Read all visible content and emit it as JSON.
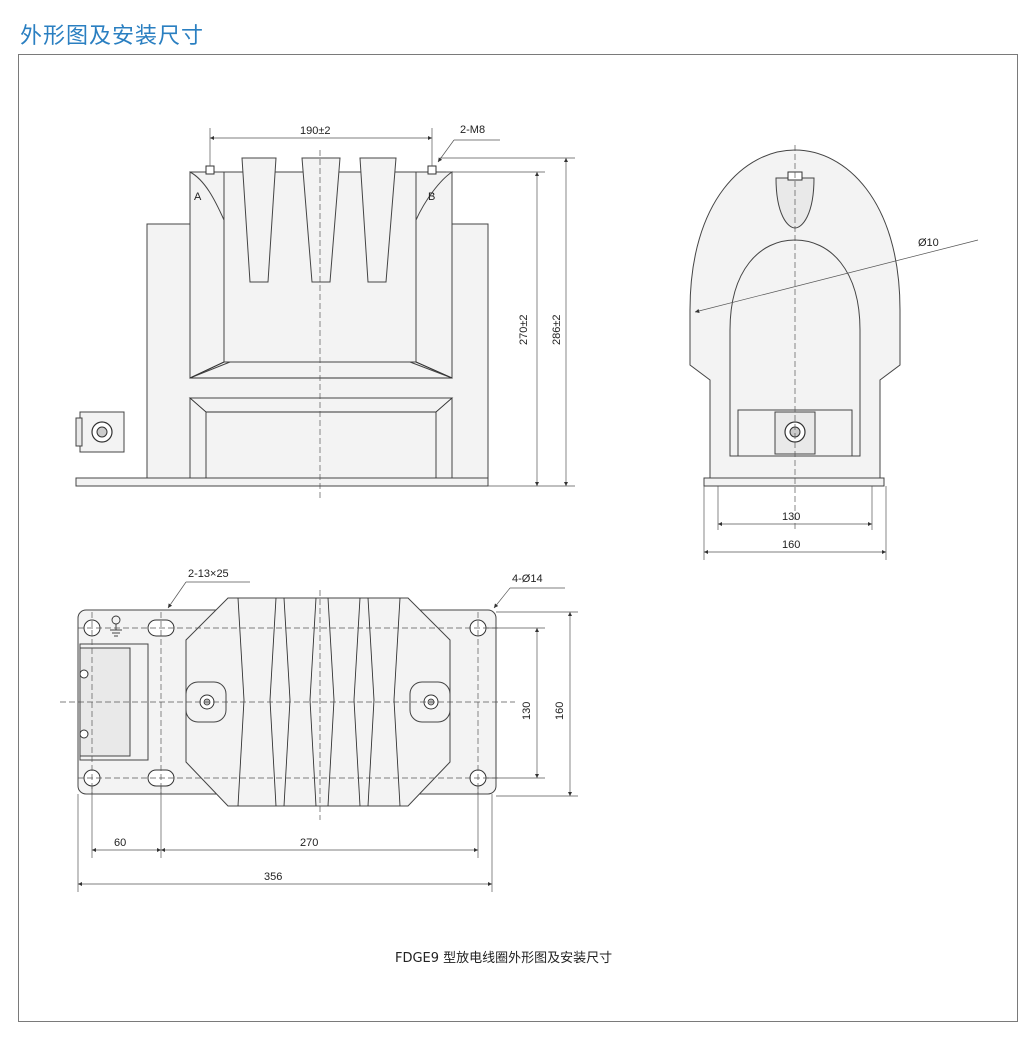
{
  "heading": "外形图及安装尺寸",
  "caption": "FDGE9 型放电线圈外形图及安装尺寸",
  "front_view": {
    "dim_top": "190±2",
    "dim_thread": "2-M8",
    "terminal_a": "A",
    "terminal_b": "B",
    "dim_height_inner": "270±2",
    "dim_height_outer": "286±2"
  },
  "side_view": {
    "dim_diameter": "Ø10",
    "dim_base_inner": "130",
    "dim_base_outer": "160"
  },
  "top_view": {
    "dim_slots": "2-13×25",
    "dim_holes": "4-Ø14",
    "dim_width_inner": "130",
    "dim_width_outer": "160",
    "dim_left_offset": "60",
    "dim_hole_spacing": "270",
    "dim_total_length": "356"
  },
  "colors": {
    "heading": "#2a7fc1",
    "frame": "#7a7a7a",
    "line": "#333333"
  }
}
